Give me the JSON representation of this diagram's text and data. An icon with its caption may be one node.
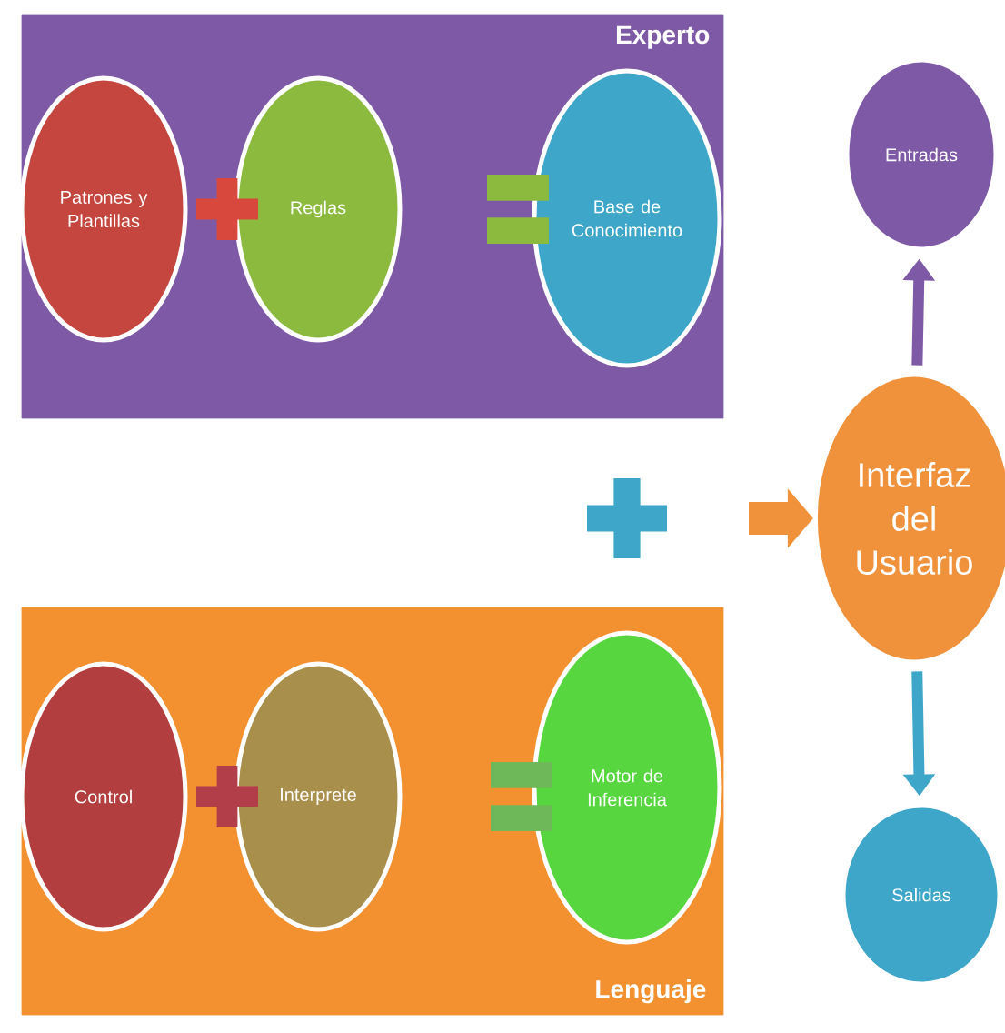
{
  "diagram": {
    "nodes": [
      {
        "text": [
          "Experto"
        ]
      },
      {
        "text": [
          "Patrones y Plantillas"
        ],
        "in": 0
      },
      {
        "text": [
          "Reglas"
        ],
        "in": 0
      },
      {
        "text": [
          "Base de Conocimiento"
        ],
        "in": 0
      },
      {
        "text": [
          "Lenguaje"
        ]
      },
      {
        "text": [
          "Control"
        ],
        "in": 4
      },
      {
        "text": [
          "Interprete"
        ],
        "in": 4
      },
      {
        "text": [
          "Motor de Inferencia"
        ],
        "in": 4
      },
      {
        "text": [
          "Interfaz del Usuario"
        ]
      },
      {
        "text": [
          "Entradas"
        ]
      },
      {
        "text": [
          "Salidas"
        ]
      }
    ],
    "edges": [
      {
        "from": null,
        "to": 8,
        "arrow": "to",
        "style": "thick",
        "color": "#f0923c"
      },
      {
        "from": 8,
        "to": 9,
        "arrow": "to",
        "color": "#7e5aa6"
      },
      {
        "from": 8,
        "to": 10,
        "arrow": "to",
        "color": "#3ea7c9"
      }
    ]
  }
}
